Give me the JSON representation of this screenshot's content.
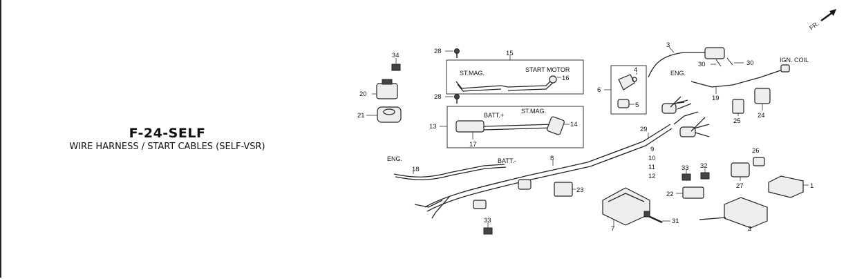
{
  "diagram": {
    "code": "F-24-SELF",
    "description": "WIRE HARNESS / START CABLES (SELF-VSR)",
    "direction_marker": "FR.",
    "labels": {
      "st_mag_top": "ST.MAG.",
      "start_motor": "START MOTOR",
      "batt_plus": "BATT.+",
      "st_mag_lower": "ST.MAG.",
      "eng_left": "ENG.",
      "batt_minus": "BATT.-",
      "eng_right": "ENG.",
      "ign_coil": "IGN. COIL"
    },
    "callouts": {
      "n1": "1",
      "n2": "2",
      "n3": "3",
      "n4": "4",
      "n5": "5",
      "n6": "6",
      "n7": "7",
      "n8": "8",
      "n9": "9",
      "n10": "10",
      "n11": "11",
      "n12": "12",
      "n13": "13",
      "n14": "14",
      "n15": "15",
      "n16": "16",
      "n17": "17",
      "n18": "18",
      "n19": "19",
      "n20": "20",
      "n21": "21",
      "n22": "22",
      "n23": "23",
      "n24": "24",
      "n25": "25",
      "n26": "26",
      "n27": "27",
      "n28a": "28",
      "n28b": "28",
      "n29": "29",
      "n30a": "30",
      "n30b": "30",
      "n31": "31",
      "n32": "32",
      "n33a": "33",
      "n33b": "33",
      "n34": "34"
    }
  }
}
